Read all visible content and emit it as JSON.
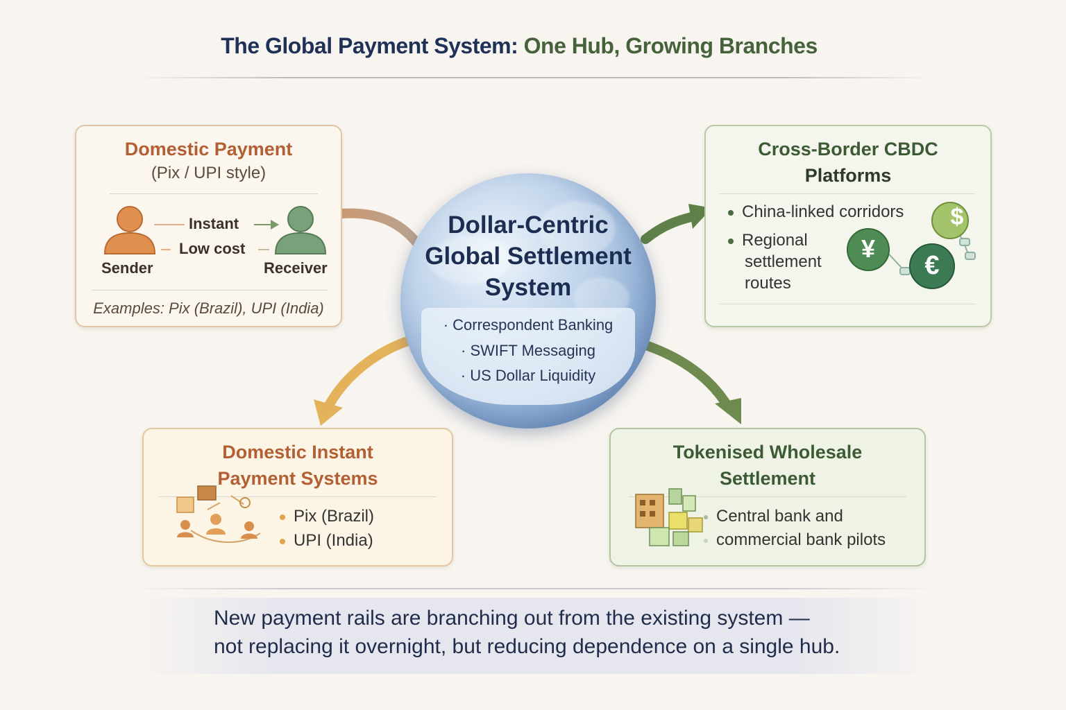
{
  "title": {
    "part1": "The Global Payment System:",
    "part2": "One Hub, Growing Branches"
  },
  "hub": {
    "title_lines": [
      "Dollar-Centric",
      "Global Settlement",
      "System"
    ],
    "items": [
      "· Correspondent Banking",
      "· SWIFT Messaging",
      "· US Dollar Liquidity"
    ]
  },
  "domestic_payment": {
    "title": "Domestic Payment",
    "subtitle": "(Pix / UPI style)",
    "sender": "Sender",
    "receiver": "Receiver",
    "instant": "Instant",
    "low_cost": "Low cost",
    "examples": "Examples: Pix (Brazil), UPI (India)"
  },
  "cbdc": {
    "title_lines": [
      "Cross-Border CBDC",
      "Platforms"
    ],
    "bullets": [
      "China-linked corridors",
      "Regional",
      "settlement",
      "routes"
    ],
    "currency_symbols": [
      "$",
      "¥",
      "€"
    ]
  },
  "dips": {
    "title_lines": [
      "Domestic Instant",
      "Payment Systems"
    ],
    "bullets": [
      "Pix (Brazil)",
      "UPI (India)"
    ]
  },
  "tokenised": {
    "title_lines": [
      "Tokenised Wholesale",
      "Settlement"
    ],
    "bullets": [
      "Central bank and",
      "commercial bank pilots"
    ]
  },
  "footer": {
    "line1": "New payment rails are branching out from the existing system —",
    "line2": "not replacing it overnight, but reducing dependence on a single hub."
  },
  "colors": {
    "navy": "#1f3157",
    "green": "#46623a",
    "rust": "#b25f33",
    "amber_arrow": "#e3b25b",
    "green_arrow": "#5f8048"
  }
}
